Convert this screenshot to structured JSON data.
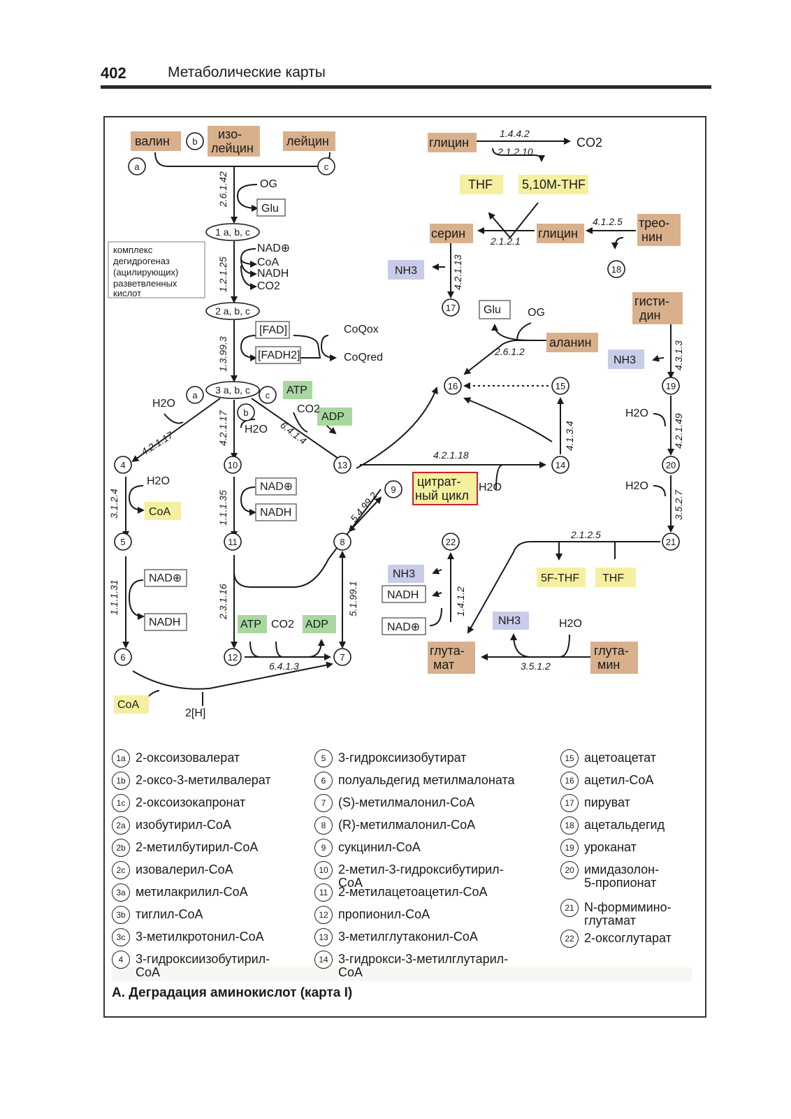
{
  "header": {
    "page_number": "402",
    "section_title": "Метаболические карты"
  },
  "caption": "А. Деградация аминокислот (карта I)",
  "colors": {
    "amino": "#d9b08c",
    "cofactor_yellow": "#f5f0a0",
    "energy_green": "#a8d8a0",
    "ammonia_blue": "#c9cce8",
    "highlight_red": "#d0202a"
  },
  "substrates": {
    "valin": "валин",
    "isoleucin_1": "изо-",
    "isoleucin_2": "лейцин",
    "leucin": "лейцин",
    "glicin_top": "глицин",
    "co2_top": "CO2",
    "thf_left": "THF",
    "thf_methyl": "5,10M-THF",
    "serin": "серин",
    "glicin_mid": "глицин",
    "treonin_1": "трео-",
    "treonin_2": "нин",
    "gistidin_1": "гисти-",
    "gistidin_2": "дин",
    "alanin": "аланин",
    "glutamat_1": "глута-",
    "glutamat_2": "мат",
    "glutamin_1": "глута-",
    "glutamin_2": "мин",
    "citric_1": "цитрат-",
    "citric_2": "ный цикл"
  },
  "cofactors": {
    "og_1": "OG",
    "glu_1": "Glu",
    "nad_1": "NAD⊕",
    "coa_1": "CoA",
    "nadh_1": "NADH",
    "co2_1": "CO2",
    "fad": "[FAD]",
    "fadh2": "[FADH2]",
    "coq_ox": "CoQox",
    "coq_red": "CoQred",
    "atp_1": "ATP",
    "co2_2": "CO2",
    "adp_1": "ADP",
    "h2o_a": "H2O",
    "h2o_b": "H2O",
    "h2o_4": "H2O",
    "coa_4": "CoA",
    "nad_10": "NAD⊕",
    "nadh_10": "NADH",
    "nad_5": "NAD⊕",
    "nadh_5": "NADH",
    "atp_12": "ATP",
    "co2_12": "CO2",
    "adp_12": "ADP",
    "coa_6": "CoA",
    "h2": "2[H]",
    "h2o_cit": "H2O",
    "nh3_serin": "NH3",
    "glu_ala": "Glu",
    "og_ala": "OG",
    "nh3_19": "NH3",
    "h2o_19": "H2O",
    "h2o_20": "H2O",
    "f_thf": "5F-THF",
    "thf_21": "THF",
    "nh3_22": "NH3",
    "nadh_22": "NADH",
    "nad_22": "NAD⊕",
    "nh3_gln": "NH3",
    "h2o_gln": "H2O"
  },
  "enzymes": {
    "e1": "2.6.1.42",
    "e2": "1.2.1.25",
    "e3": "1.3.99.3",
    "e4a": "4.2.1.17",
    "e4b": "4.2.1.17",
    "e5": "6.4.1.4",
    "e6": "3.1.2.4",
    "e7": "1.1.1.35",
    "e8": "1.1.1.31",
    "e9": "2.3.1.16",
    "e10": "6.4.1.3",
    "e11": "5.1.99.1",
    "e12": "5.4.99.2",
    "e13": "4.2.1.18",
    "e14": "4.1.3.4",
    "e15": "1.4.4.2",
    "e16": "2.1.2.10",
    "e17": "2.1.2.1",
    "e18": "4.1.2.5",
    "e19": "4.2.1.13",
    "e20": "2.6.1.2",
    "e21": "4.3.1.3",
    "e22": "4.2.1.49",
    "e23": "3.5.2.7",
    "e24": "2.1.2.5",
    "e25": "1.4.1.2",
    "e26": "3.5.1.2"
  },
  "complex_label": "комплекс дегидрогеназ (ацилирующих) разветвленных кислот",
  "nodes": {
    "a": "a",
    "b": "b",
    "c": "c",
    "n1": "1 a, b, c",
    "n2": "2 a, b, c",
    "n3": "3 a, b, c",
    "a2": "a",
    "b2": "b",
    "c2": "c",
    "n4": "4",
    "n5": "5",
    "n6": "6",
    "n7": "7",
    "n8": "8",
    "n9": "9",
    "n10": "10",
    "n11": "11",
    "n12": "12",
    "n13": "13",
    "n14": "14",
    "n15": "15",
    "n16": "16",
    "n17": "17",
    "n18": "18",
    "n19": "19",
    "n20": "20",
    "n21": "21",
    "n22": "22"
  },
  "legend": [
    {
      "id": "1a",
      "text": "2-оксоизовалерат"
    },
    {
      "id": "1b",
      "text": "2-оксо-3-метилвалерат"
    },
    {
      "id": "1c",
      "text": "2-оксоизокапронат"
    },
    {
      "id": "2a",
      "text": "изобутирил-CoA"
    },
    {
      "id": "2b",
      "text": "2-метилбутирил-CoA"
    },
    {
      "id": "2c",
      "text": "изовалерил-CoA"
    },
    {
      "id": "3a",
      "text": "метилакрилил-CoA"
    },
    {
      "id": "3b",
      "text": "тиглил-CoA"
    },
    {
      "id": "3c",
      "text": "3-метилкротонил-CoA"
    },
    {
      "id": "4",
      "text": "3-гидроксиизобутирил-\nCoA"
    },
    {
      "id": "5",
      "text": "3-гидроксиизобутират"
    },
    {
      "id": "6",
      "text": "полуальдегид метилмалоната"
    },
    {
      "id": "7",
      "text": "(S)-метилмалонил-CoA"
    },
    {
      "id": "8",
      "text": "(R)-метилмалонил-CoA"
    },
    {
      "id": "9",
      "text": "сукцинил-CoA"
    },
    {
      "id": "10",
      "text": "2-метил-3-гидроксибутирил-\nCoA"
    },
    {
      "id": "11",
      "text": "2-метилацетоацетил-CoA"
    },
    {
      "id": "12",
      "text": "пропионил-CoA"
    },
    {
      "id": "13",
      "text": "3-метилглутаконил-CoA"
    },
    {
      "id": "14",
      "text": "3-гидрокси-3-метилглутарил-\nCoA"
    },
    {
      "id": "15",
      "text": "ацетоацетат"
    },
    {
      "id": "16",
      "text": "ацетил-CoA"
    },
    {
      "id": "17",
      "text": "пируват"
    },
    {
      "id": "18",
      "text": "ацетальдегид"
    },
    {
      "id": "19",
      "text": "уроканат"
    },
    {
      "id": "20",
      "text": "имидазолон-\n5-пропионат"
    },
    {
      "id": "21",
      "text": "N-формимино-\nглутамат"
    },
    {
      "id": "22",
      "text": "2-оксоглутарат"
    }
  ]
}
